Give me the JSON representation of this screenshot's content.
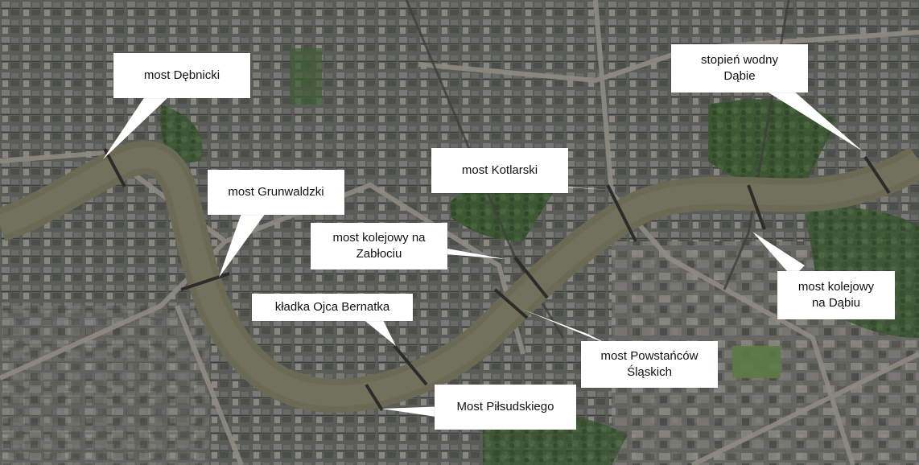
{
  "map": {
    "labels": {
      "debnicki": "most Dębnicki",
      "grunwaldzki": "most Grunwaldzki",
      "kolejowy_zabloc": "most kolejowy na\nZabłociu",
      "kladka": "kładka Ojca Bernatka",
      "pilsudskiego": "Most Piłsudskiego",
      "kotlarski": "most Kotlarski",
      "powstancow": "most Powstańców\nŚląskich",
      "stopien": "stopień wodny\nDąbie",
      "kolejowy_dabie": "most kolejowy\nna Dąbiu"
    },
    "colors": {
      "river": "#6b6a55",
      "urban": "#5b5d58",
      "vegetation": "#3d5a30",
      "callout": "#ffffff"
    }
  }
}
